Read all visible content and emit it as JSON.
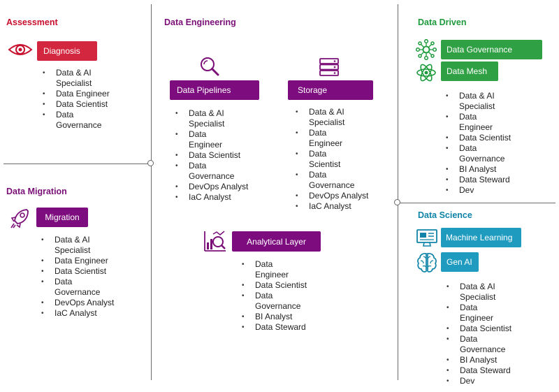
{
  "assessment": {
    "heading": "Assessment",
    "button": "Diagnosis",
    "roles": [
      "Data & AI Specialist",
      "Data Engineer",
      "Data Scientist",
      "Data Governance"
    ]
  },
  "data_migration": {
    "heading": "Data Migration",
    "button": "Migration",
    "roles": [
      "Data & AI Specialist",
      "Data Engineer",
      "Data Scientist",
      "Data Governance",
      "DevOps Analyst",
      "IaC Analyst"
    ]
  },
  "data_engineering": {
    "heading": "Data Engineering",
    "pipelines": {
      "button": "Data Pipelines",
      "roles": [
        "Data & AI Specialist",
        "Data Engineer",
        "Data Scientist",
        "Data Governance",
        "DevOps Analyst",
        "IaC Analyst"
      ]
    },
    "storage": {
      "button": "Storage",
      "roles": [
        "Data & AI Specialist",
        "Data Engineer",
        "Data Scientist",
        "Data Governance",
        "DevOps Analyst",
        "IaC Analyst"
      ]
    },
    "analytical": {
      "button": "Analytical Layer",
      "roles": [
        "Data Engineer",
        "Data Scientist",
        "Data Governance",
        "BI Analyst",
        "Data Steward"
      ]
    }
  },
  "data_driven": {
    "heading": "Data Driven",
    "button_governance": "Data Governance",
    "button_mesh": "Data Mesh",
    "roles": [
      "Data & AI Specialist",
      "Data Engineer",
      "Data Scientist",
      "Data Governance",
      "BI Analyst",
      "Data Steward",
      "Dev"
    ]
  },
  "data_science": {
    "heading": "Data Science",
    "button_ml": "Machine Learning",
    "button_genai": "Gen AI",
    "roles": [
      "Data & AI Specialist",
      "Data Engineer",
      "Data Scientist",
      "Data Governance",
      "BI Analyst",
      "Data Steward",
      "Dev"
    ]
  },
  "icons": {
    "diagnosis": "eye-icon",
    "migration": "rocket-icon",
    "pipelines": "magnifier-icon",
    "storage": "server-icon",
    "analytical": "chart-magnifier-icon",
    "governance": "network-icon",
    "mesh": "atom-icon",
    "ml": "monitor-icon",
    "genai": "brain-icon"
  },
  "colors": {
    "assessment": "#c8102e",
    "engineering": "#7b0f78",
    "driven": "#1d9a3c",
    "science": "#0f84a8"
  }
}
